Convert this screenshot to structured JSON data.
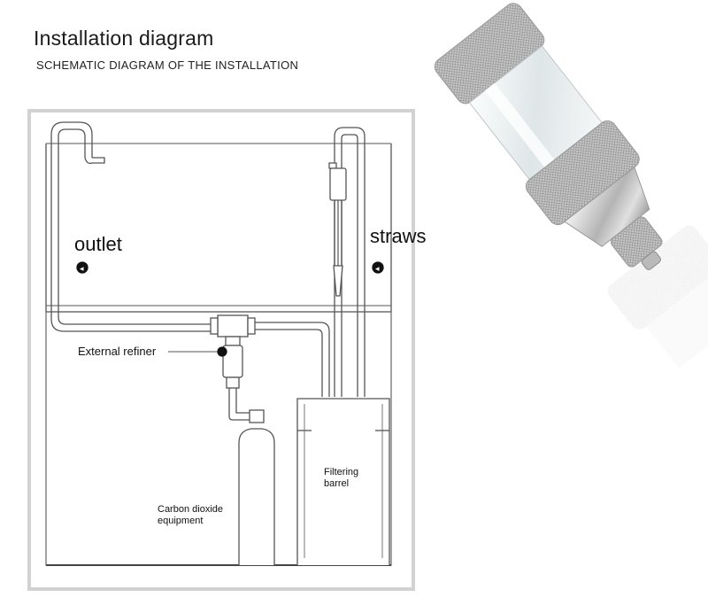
{
  "header": {
    "title": "Installation diagram",
    "subtitle": "SCHEMATIC DIAGRAM OF THE INSTALLATION"
  },
  "diagram": {
    "labels": {
      "outlet": "outlet",
      "straws": "straws",
      "external_refiner": "External refiner",
      "filtering_barrel_line1": "Filtering",
      "filtering_barrel_line2": "barrel",
      "co2_line1": "Carbon dioxide",
      "co2_line2": "equipment"
    },
    "icons": [
      "arrow-left-circle-icon",
      "arrow-left-circle-icon"
    ]
  },
  "product_photo": {
    "subject": "co2-diffuser-refiner-icon"
  },
  "colors": {
    "frame": "#d2d2d2",
    "line": "#555555",
    "metal": "#b8b8b8",
    "glass": "#e9eef0"
  }
}
